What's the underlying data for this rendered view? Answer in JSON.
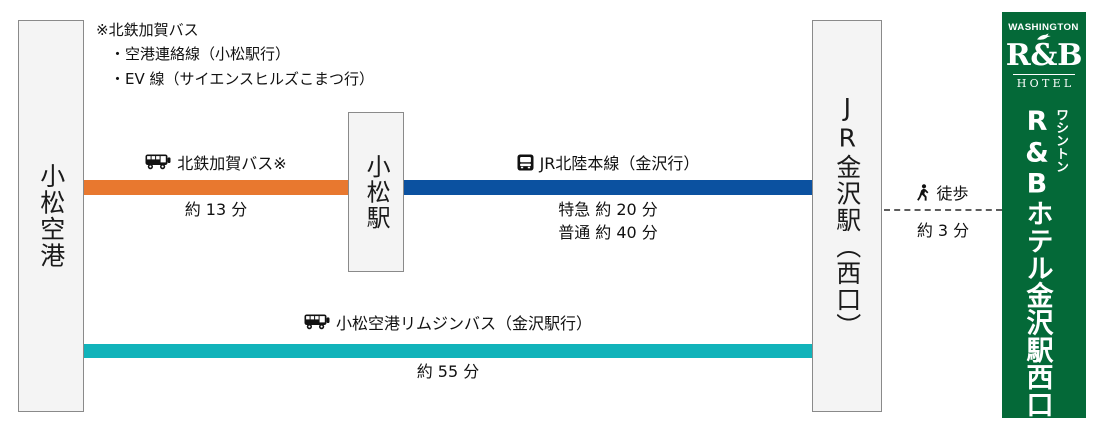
{
  "nodes": {
    "airport": "小松空港",
    "komatsu_station": "小松駅",
    "kanazawa_station": "JR金沢駅（西口）"
  },
  "footnote": {
    "heading": "※北鉄加賀バス",
    "items": [
      "・空港連絡線（小松駅行）",
      "・EV 線（サイエンスヒルズこまつ行）"
    ]
  },
  "segments": {
    "kotetsu_bus": {
      "icon": "bus-icon",
      "title": "北鉄加賀バス※",
      "time": "約 13 分",
      "color": "#E8782F"
    },
    "jr_line": {
      "icon": "train-icon",
      "title": "JR北陸本線（金沢行）",
      "time_express": "特急 約 20 分",
      "time_local": "普通 約 40 分",
      "color": "#0B51A0"
    },
    "limousine_bus": {
      "icon": "bus-icon",
      "title": "小松空港リムジンバス（金沢駅行）",
      "time": "約 55 分",
      "color": "#11B3BA"
    },
    "walk": {
      "icon": "pedestrian-icon",
      "title": "徒歩",
      "time": "約 3 分",
      "color": "#5D5D5D"
    }
  },
  "hotel": {
    "logo_top": "WASHINGTON",
    "logo_main": "R&B",
    "logo_bottom": "HOTEL",
    "ruby": "ワシントン",
    "name": "R&Bホテル金沢駅西口",
    "background_color": "#046938"
  }
}
